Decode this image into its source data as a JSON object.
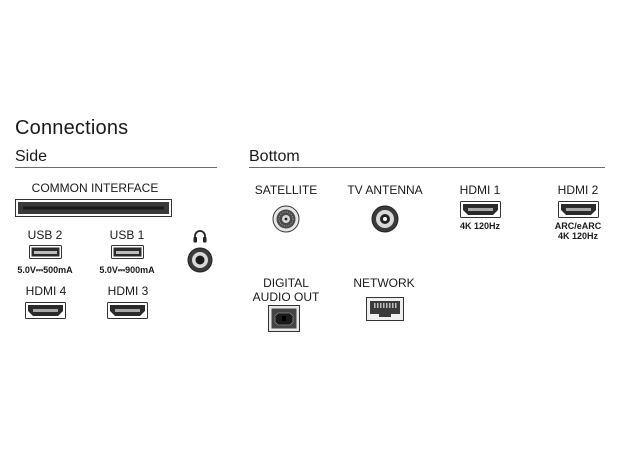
{
  "title": "Connections",
  "side": {
    "heading": "Side",
    "common_interface": "COMMON INTERFACE",
    "usb2": {
      "label": "USB 2",
      "rating": "5.0V⎓500mA"
    },
    "usb1": {
      "label": "USB 1",
      "rating": "5.0V⎓900mA"
    },
    "hdmi4": "HDMI 4",
    "hdmi3": "HDMI 3"
  },
  "bottom": {
    "heading": "Bottom",
    "satellite": "SATELLITE",
    "tv_antenna": "TV ANTENNA",
    "hdmi1": {
      "label": "HDMI 1",
      "note": "4K 120Hz"
    },
    "hdmi2": {
      "label": "HDMI 2",
      "note1": "ARC/eARC",
      "note2": "4K 120Hz"
    },
    "digital_audio_out": {
      "line1": "DIGITAL",
      "line2": "AUDIO OUT"
    },
    "network": "NETWORK"
  }
}
